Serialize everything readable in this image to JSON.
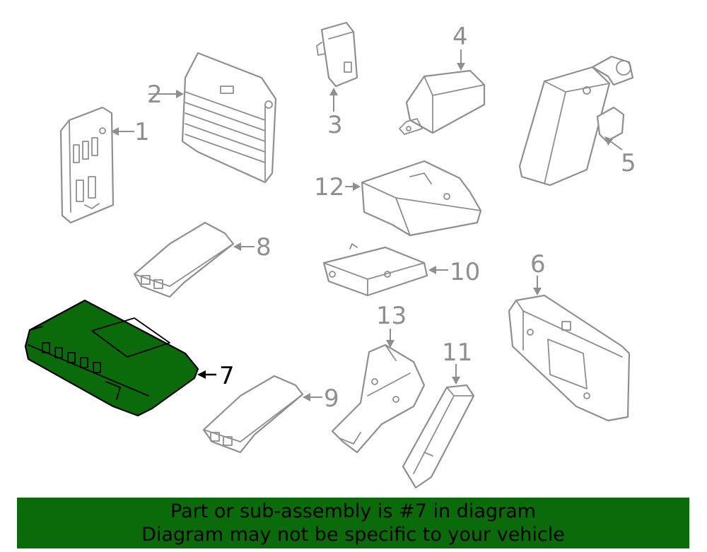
{
  "diagram": {
    "callouts": {
      "p1": "1",
      "p2": "2",
      "p3": "3",
      "p4": "4",
      "p5": "5",
      "p6": "6",
      "p7": "7",
      "p8": "8",
      "p9": "9",
      "p10": "10",
      "p11": "11",
      "p12": "12",
      "p13": "13"
    },
    "highlighted_part": "7",
    "colors": {
      "highlight": "#0b6b0b",
      "outline": "#8f8f8f",
      "highlight_outline": "#000000"
    }
  },
  "banner": {
    "line1": "Part or sub-assembly is #7 in diagram",
    "line2": "Diagram may not be specific to your vehicle"
  }
}
